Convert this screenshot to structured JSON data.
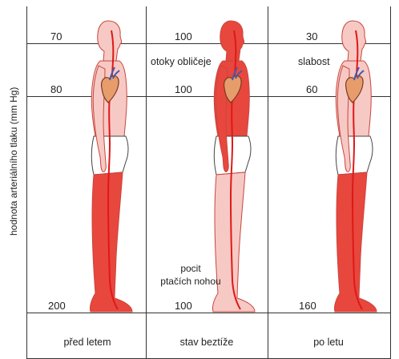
{
  "y_axis_label": "hodnota arteriálního tlaku (mm Hg)",
  "colors": {
    "light": "#f7c9c4",
    "dark": "#e8473d",
    "artery": "#e01818",
    "outline": "#c9463f"
  },
  "panels": [
    {
      "caption": "před letem",
      "top_value": "70",
      "mid_value": "80",
      "bottom_value": "200",
      "upper_state": "light",
      "lower_state": "dark"
    },
    {
      "caption": "stav beztíže",
      "top_value": "100",
      "mid_value": "100",
      "bottom_value": "100",
      "upper_state": "dark",
      "lower_state": "light",
      "note_upper": "otoky obličeje",
      "note_lower_1": "pocit",
      "note_lower_2": "ptačích nohou"
    },
    {
      "caption": "po letu",
      "top_value": "30",
      "mid_value": "60",
      "bottom_value": "160",
      "upper_state": "light",
      "lower_state": "dark",
      "note_upper": "slabost"
    }
  ]
}
